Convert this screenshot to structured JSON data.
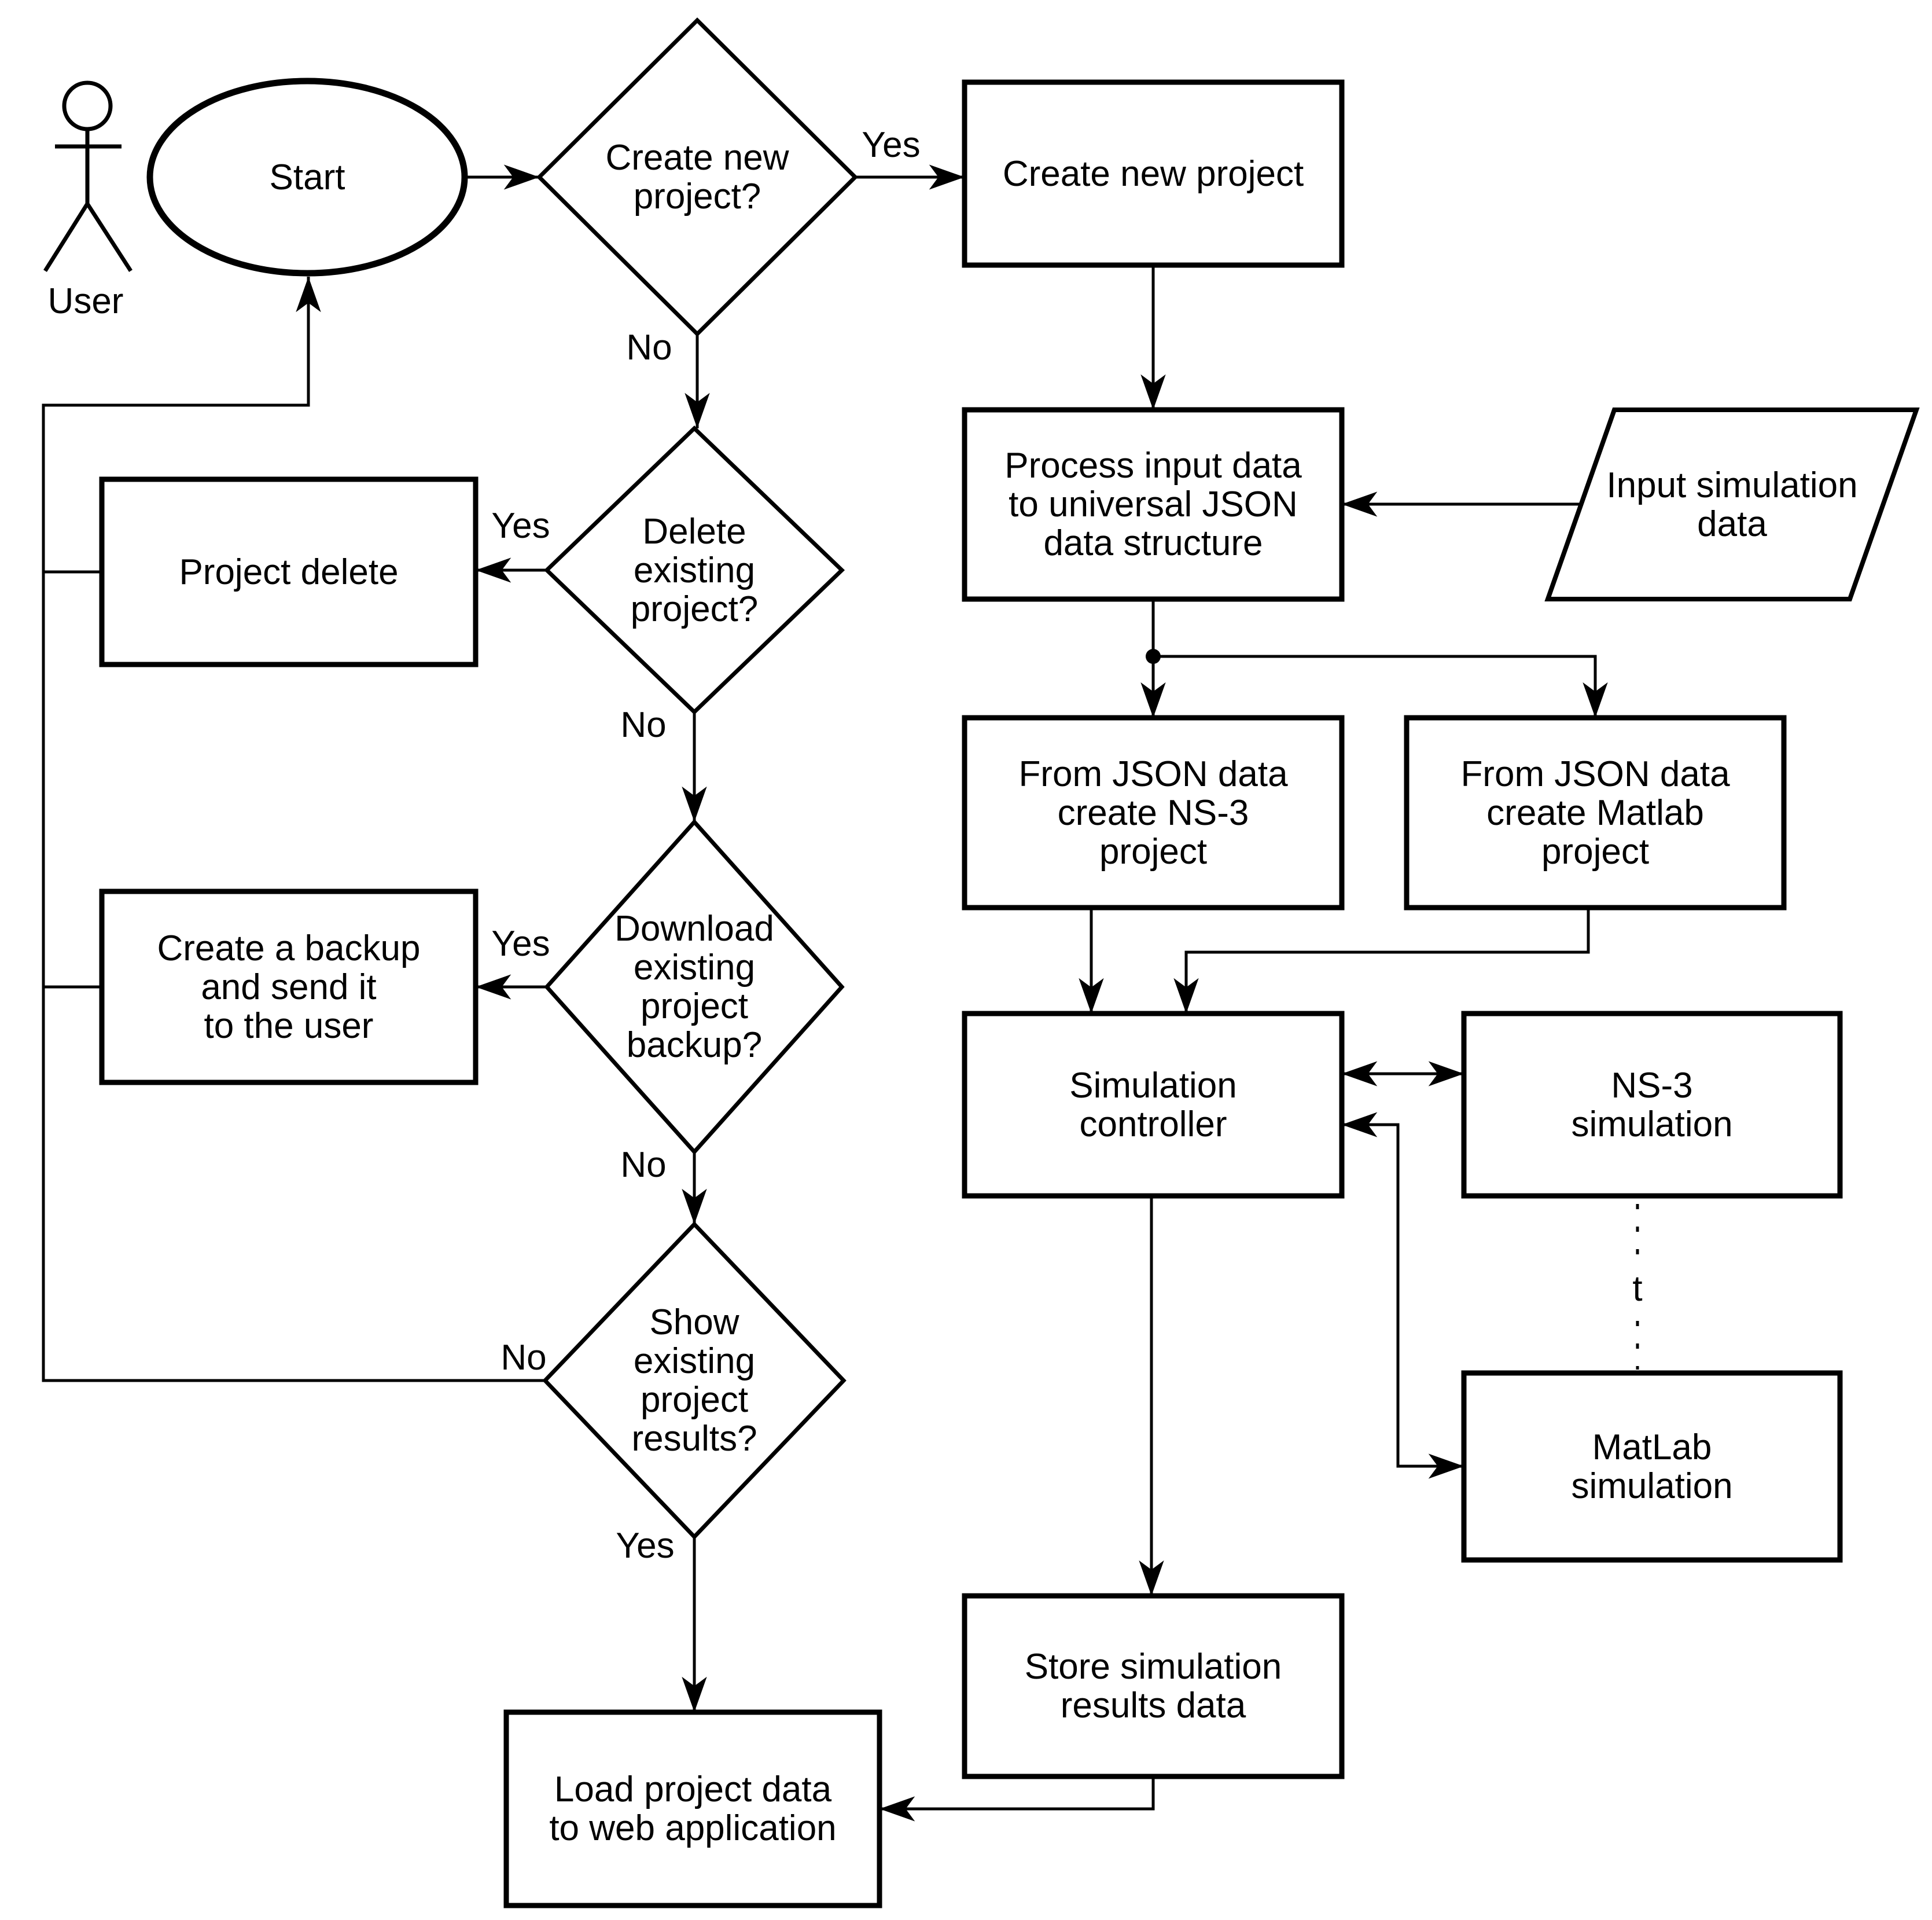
{
  "flowchart": {
    "colors": {
      "stroke": "#000000",
      "background": "#ffffff"
    },
    "actor": {
      "label": "User"
    },
    "nodes": {
      "start": {
        "type": "terminator",
        "label": "Start"
      },
      "q_create_new": {
        "type": "decision",
        "label": "Create new\nproject?"
      },
      "create_project": {
        "type": "process",
        "label": "Create new project"
      },
      "process_input": {
        "type": "process",
        "label": "Process input data\nto universal JSON\ndata structure"
      },
      "input_sim_data": {
        "type": "data",
        "label": "Input simulation\ndata"
      },
      "json_ns3_project": {
        "type": "process",
        "label": "From JSON data\ncreate NS-3\nproject"
      },
      "json_matlab_project": {
        "type": "process",
        "label": "From JSON data\ncreate Matlab\nproject"
      },
      "sim_controller": {
        "type": "process",
        "label": "Simulation\ncontroller"
      },
      "ns3_simulation": {
        "type": "process",
        "label": "NS-3\nsimulation"
      },
      "matlab_simulation": {
        "type": "process",
        "label": "MatLab\nsimulation"
      },
      "store_results": {
        "type": "process",
        "label": "Store simulation\nresults data"
      },
      "load_project": {
        "type": "process",
        "label": "Load project data\nto web application"
      },
      "project_delete": {
        "type": "process",
        "label": "Project delete"
      },
      "create_backup": {
        "type": "process",
        "label": "Create a backup\nand send it\nto the user"
      },
      "q_delete": {
        "type": "decision",
        "label": "Delete\nexisting\nproject?"
      },
      "q_download": {
        "type": "decision",
        "label": "Download\nexisting\nproject\nbackup?"
      },
      "q_show_results": {
        "type": "decision",
        "label": "Show\nexisting\nproject\nresults?"
      }
    },
    "edge_labels": {
      "create_yes": "Yes",
      "create_no": "No",
      "delete_yes": "Yes",
      "delete_no": "No",
      "download_yes": "Yes",
      "download_no": "No",
      "show_no": "No",
      "show_yes": "Yes",
      "sim_loop": "t"
    }
  }
}
